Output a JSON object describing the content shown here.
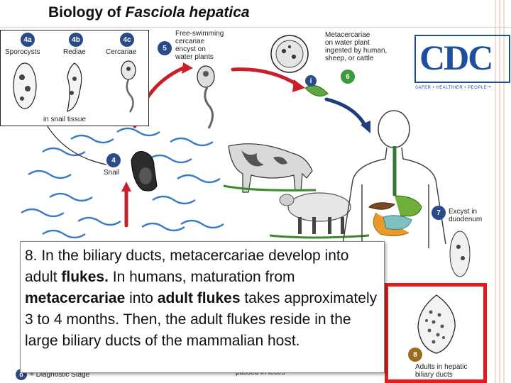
{
  "title": {
    "prefix": "Biology of ",
    "species": "Fasciola hepatica"
  },
  "logo": {
    "word": "CDC",
    "tagline": "SAFER • HEALTHIER • PEOPLE™"
  },
  "stages": {
    "s4a": {
      "badge": "4a",
      "label": "Sporocysts"
    },
    "s4b": {
      "badge": "4b",
      "label": "Rediae"
    },
    "s4c": {
      "badge": "4c",
      "label": "Cercariae"
    },
    "inset_caption": "in snail tissue",
    "s4": {
      "badge": "4",
      "label": "Snail"
    },
    "s5": {
      "badge": "5",
      "lines": [
        "Free-swimming",
        "cercariae",
        "encyst on",
        "water plants"
      ]
    },
    "s6": {
      "badge": "6",
      "lines": [
        "Metacercariae",
        "on water plant",
        "ingested by human,",
        "sheep, or cattle"
      ]
    },
    "s_i": {
      "badge": "i"
    },
    "s7": {
      "badge": "7",
      "lines": [
        "Excyst in",
        "duodenum"
      ]
    },
    "s8": {
      "badge": "8",
      "lines": [
        "Adults in hepatic",
        "biliary ducts"
      ]
    }
  },
  "legend": {
    "d_badge": "d",
    "d_label": "= Diagnostic Stage",
    "feces_label": "passed in feces"
  },
  "caption": {
    "t1": "8. In the biliary ducts, metacercariae develop into adult ",
    "b1": "flukes.",
    "t2": " In humans, maturation from ",
    "b2": "metacercariae",
    "t3": " into ",
    "b3": "adult flukes",
    "t4": " takes approximately 3 to 4 months. Then, the adult flukes reside in the large biliary ducts of the mammalian host."
  },
  "colors": {
    "arrow_red": "#c8202a",
    "arrow_navy": "#1f3d7a",
    "water_blue": "#3a7bc8",
    "highlight_red": "#e21c1c",
    "cdc_blue": "#1f4f9c"
  }
}
